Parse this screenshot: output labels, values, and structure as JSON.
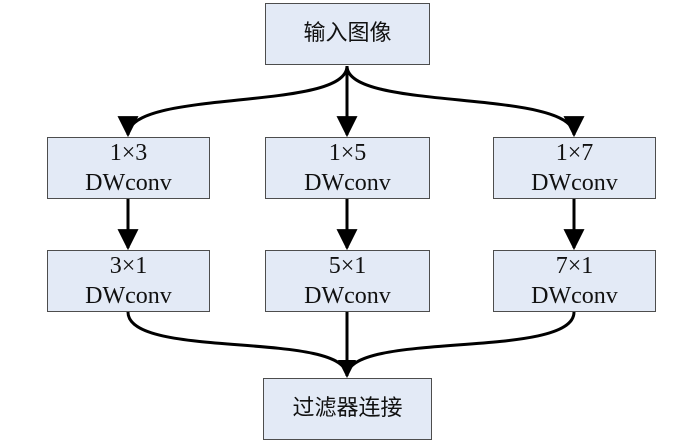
{
  "nodes": {
    "input": {
      "label": "输入图像"
    },
    "branch1": {
      "row1": [
        "1×3",
        "DWconv"
      ],
      "row2": [
        "3×1",
        "DWconv"
      ]
    },
    "branch2": {
      "row1": [
        "1×5",
        "DWconv"
      ],
      "row2": [
        "5×1",
        "DWconv"
      ]
    },
    "branch3": {
      "row1": [
        "1×7",
        "DWconv"
      ],
      "row2": [
        "7×1",
        "DWconv"
      ]
    },
    "output": {
      "label": "过滤器连接"
    }
  },
  "edges": [
    {
      "from": "input",
      "to": "branch1.row1"
    },
    {
      "from": "input",
      "to": "branch2.row1"
    },
    {
      "from": "input",
      "to": "branch3.row1"
    },
    {
      "from": "branch1.row1",
      "to": "branch1.row2"
    },
    {
      "from": "branch2.row1",
      "to": "branch2.row2"
    },
    {
      "from": "branch3.row1",
      "to": "branch3.row2"
    },
    {
      "from": "branch1.row2",
      "to": "output"
    },
    {
      "from": "branch2.row2",
      "to": "output"
    },
    {
      "from": "branch3.row2",
      "to": "output"
    }
  ],
  "colors": {
    "box_fill": "#e3eaf6",
    "box_border": "#4d4d4d",
    "arrow": "#000000"
  }
}
